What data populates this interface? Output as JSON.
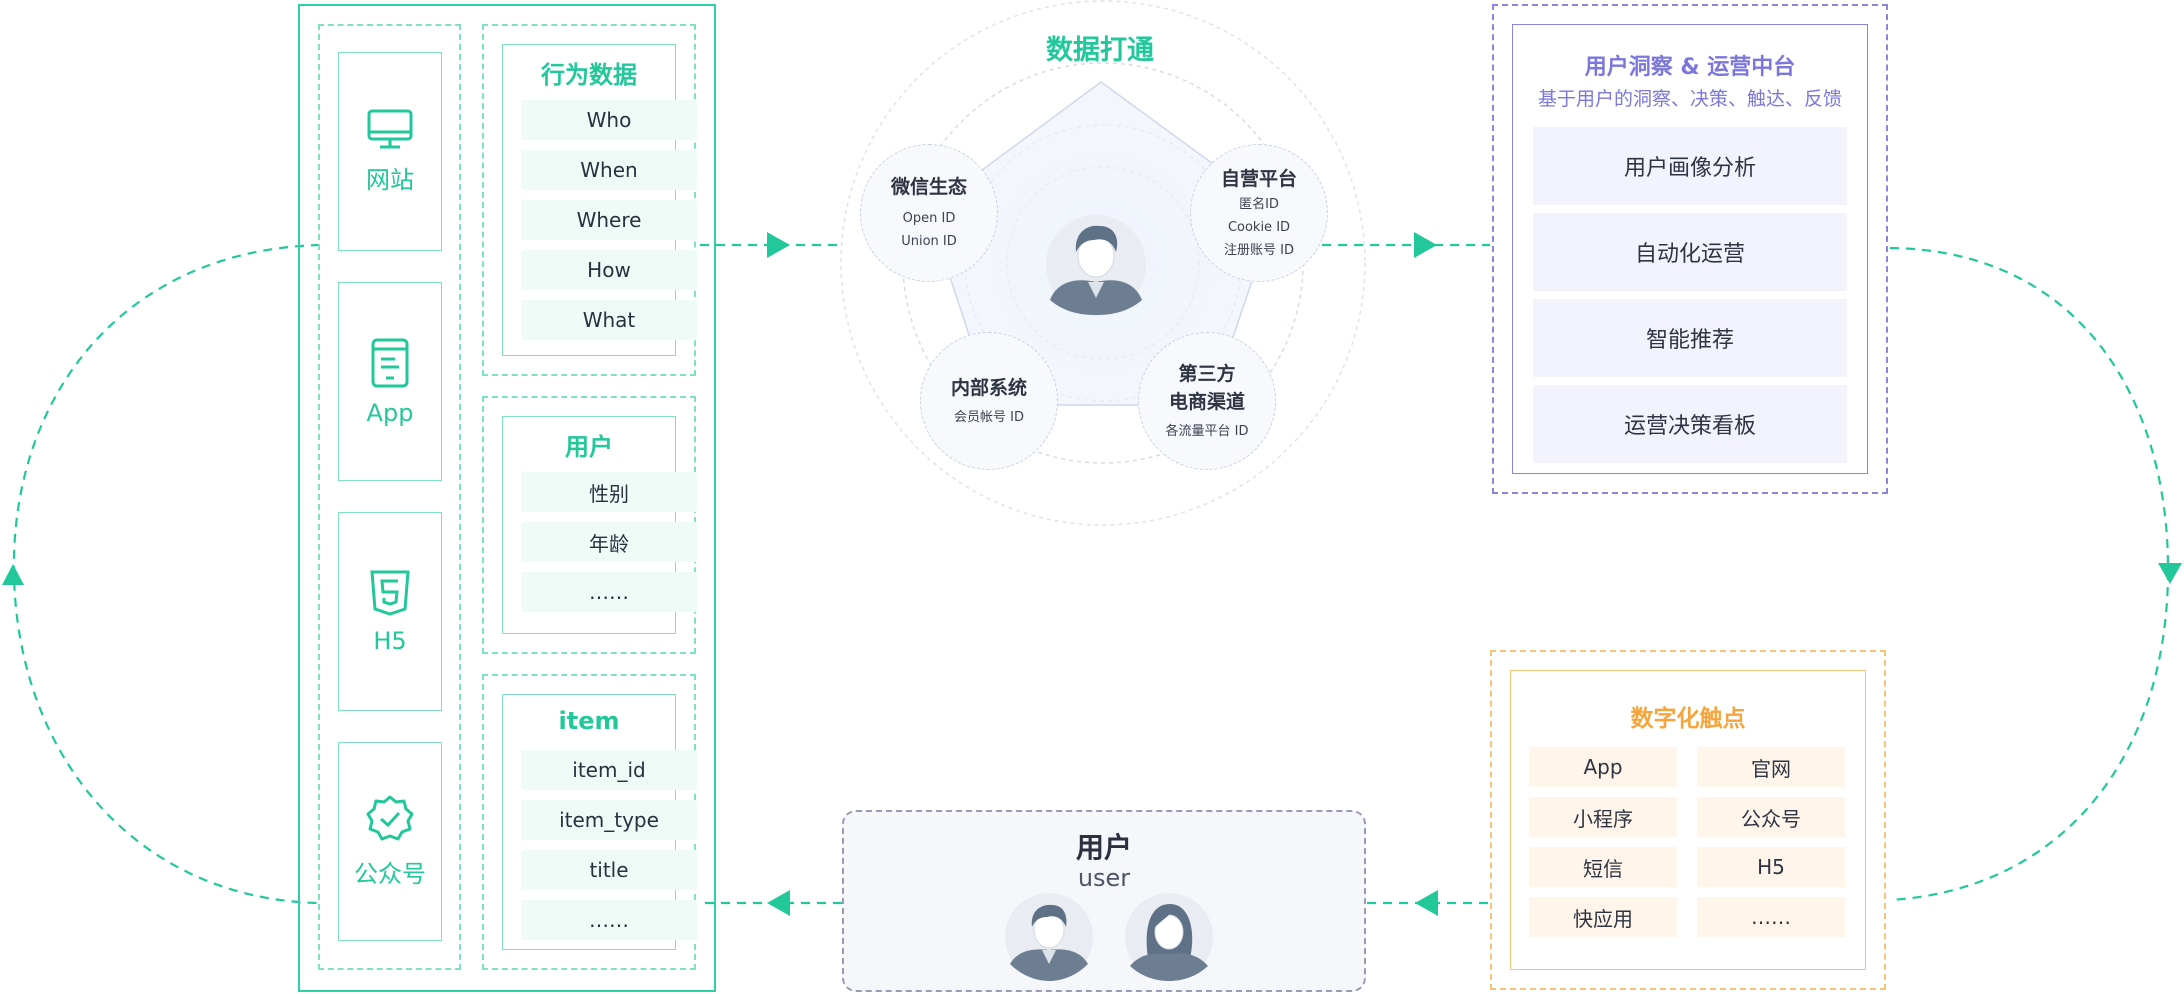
{
  "sources": {
    "website": "网站",
    "app": "App",
    "h5": "H5",
    "official_account": "公众号"
  },
  "behavior": {
    "title": "行为数据",
    "items": [
      "Who",
      "When",
      "Where",
      "How",
      "What"
    ]
  },
  "user_attrs": {
    "title": "用户",
    "items": [
      "性别",
      "年龄",
      "……"
    ]
  },
  "item_attrs": {
    "title": "item",
    "items": [
      "item_id",
      "item_type",
      "title",
      "……"
    ]
  },
  "hub": {
    "title": "数据打通",
    "nodes": {
      "wechat": {
        "title": "微信生态",
        "lines": [
          "Open ID",
          "Union ID"
        ]
      },
      "self": {
        "title": "自营平台",
        "lines": [
          "匿名ID",
          "Cookie ID",
          "注册账号 ID"
        ]
      },
      "internal": {
        "title": "内部系统",
        "lines": [
          "会员帐号 ID"
        ]
      },
      "third": {
        "title_1": "第三方",
        "title_2": "电商渠道",
        "lines": [
          "各流量平台 ID"
        ]
      }
    }
  },
  "insight": {
    "title": "用户洞察 & 运营中台",
    "subtitle": "基于用户的洞察、决策、触达、反馈",
    "items": [
      "用户画像分析",
      "自动化运营",
      "智能推荐",
      "运营决策看板"
    ]
  },
  "touchpoints": {
    "title": "数字化触点",
    "items": [
      "App",
      "官网",
      "小程序",
      "公众号",
      "短信",
      "H5",
      "快应用",
      "……"
    ]
  },
  "user": {
    "title": "用户",
    "subtitle": "user"
  },
  "colors": {
    "green": "#2fd0a4",
    "purple": "#8a86e0",
    "orange": "#f7c27a",
    "text": "#2f3442"
  }
}
